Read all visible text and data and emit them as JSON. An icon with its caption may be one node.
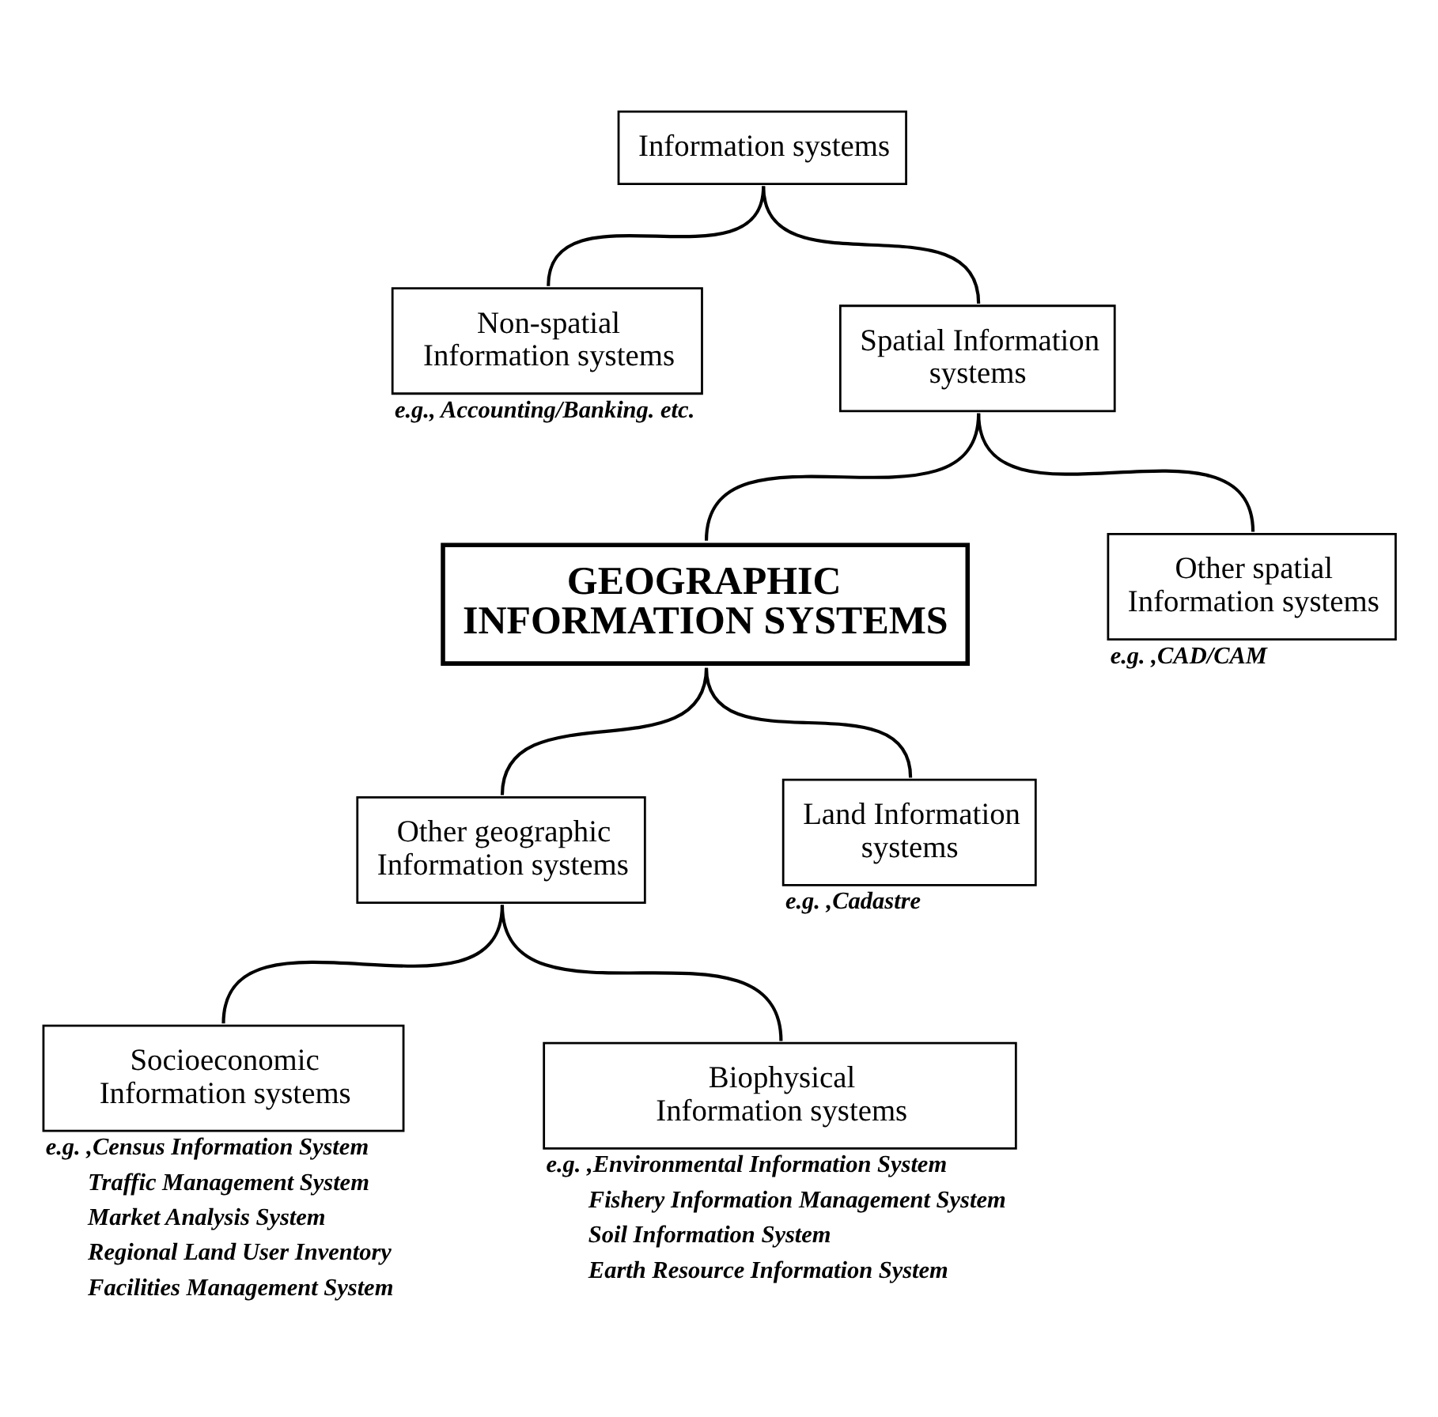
{
  "diagram": {
    "nodes": [
      {
        "text": [
          "Information systems"
        ]
      },
      {
        "text": [
          "Non-spatial Information systems"
        ],
        "beside": [
          "e.g., Accounting/Banking. etc."
        ]
      },
      {
        "text": [
          "Spatial Information systems"
        ]
      },
      {
        "text": [
          "GEOGRAPHIC INFORMATION SYSTEMS"
        ]
      },
      {
        "text": [
          "Other spatial Information systems"
        ],
        "beside": [
          "e.g. ,CAD/CAM"
        ]
      },
      {
        "text": [
          "Other geographic Information systems"
        ]
      },
      {
        "text": [
          "Land Information systems"
        ],
        "beside": [
          "e.g. ,Cadastre"
        ]
      },
      {
        "text": [
          "Socioeconomic Information systems"
        ],
        "beside": [
          "e.g. ,Census Information System",
          "Traffic Management System",
          "Market Analysis System",
          "Regional Land User Inventory",
          "Facilities Management System"
        ]
      },
      {
        "text": [
          "Biophysical Information systems"
        ],
        "beside": [
          "e.g. ,Environmental Information System",
          "Fishery Information Management System",
          "Soil Information System",
          "Earth Resource Information System"
        ]
      }
    ],
    "edges": [
      {
        "from": 0,
        "to": 1,
        "arrow": "none"
      },
      {
        "from": 0,
        "to": 2,
        "arrow": "none"
      },
      {
        "from": 2,
        "to": 3,
        "arrow": "none"
      },
      {
        "from": 2,
        "to": 4,
        "arrow": "none"
      },
      {
        "from": 3,
        "to": 5,
        "arrow": "none"
      },
      {
        "from": 3,
        "to": 6,
        "arrow": "none"
      },
      {
        "from": 5,
        "to": 7,
        "arrow": "none"
      },
      {
        "from": 5,
        "to": 8,
        "arrow": "none"
      }
    ]
  }
}
